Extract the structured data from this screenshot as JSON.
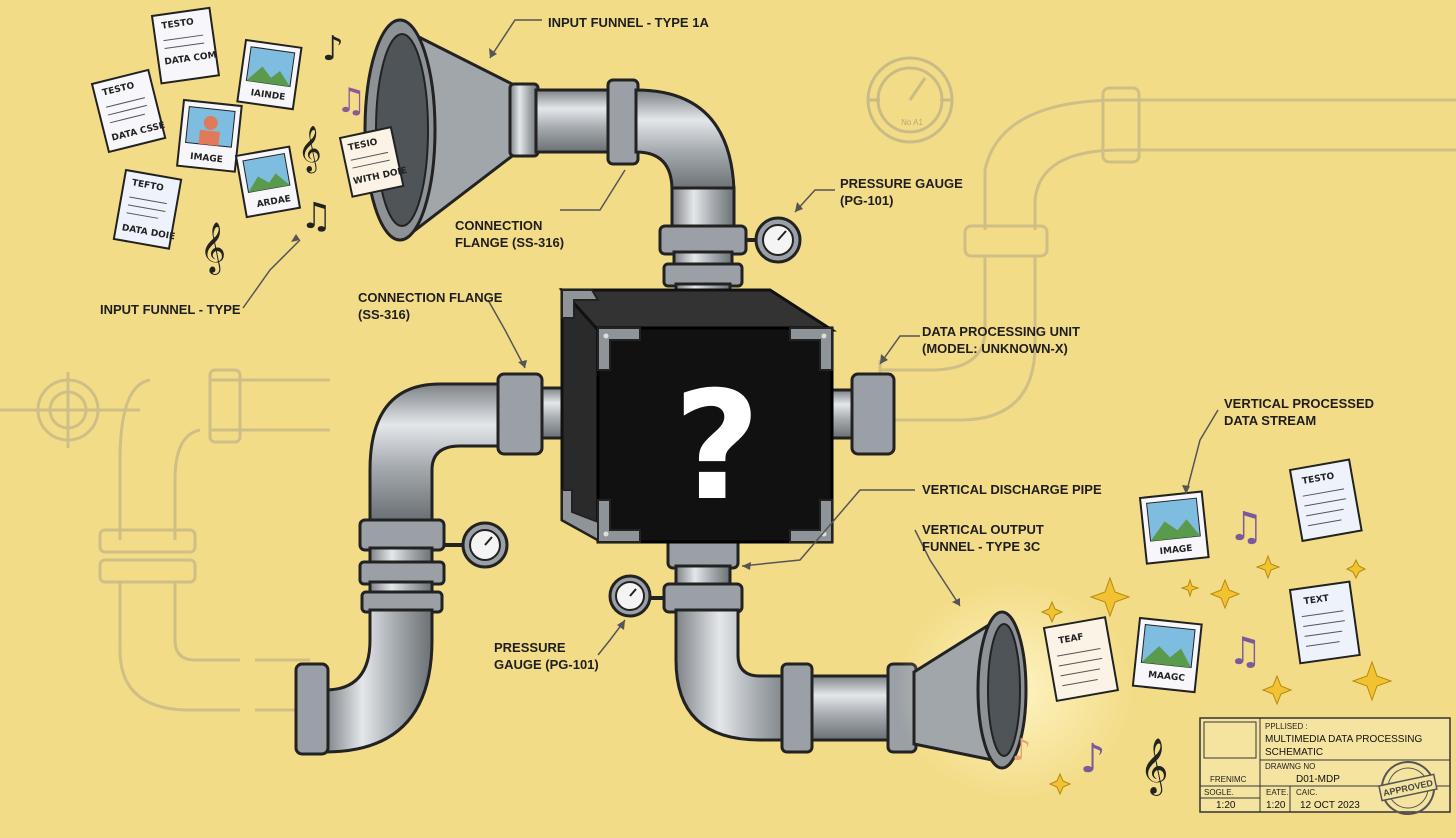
{
  "labels": {
    "input_funnel_1a": "INPUT FUNNEL - TYPE 1A",
    "pressure_gauge_top": [
      "PRESSURE GAUGE",
      "(PG-101)"
    ],
    "connection_flange_top": [
      "CONNECTION",
      "FLANGE (SS-316)"
    ],
    "input_funnel_type": "INPUT FUNNEL - TYPE",
    "connection_flange_left": [
      "CONNECTION FLANGE",
      "(SS-316)"
    ],
    "data_processing_unit": [
      "DATA PROCESSING UNIT",
      "(MODEL: UNKNOWN-X)"
    ],
    "vertical_processed": [
      "VERTICAL PROCESSED",
      "DATA STREAM"
    ],
    "vertical_discharge": "VERTICAL DISCHARGE PIPE",
    "vertical_output_funnel": [
      "VERTICAL OUTPUT",
      "FUNNEL - TYPE 3C"
    ],
    "pressure_gauge_bottom": [
      "PRESSURE",
      "GAUGE (PG-101)"
    ]
  },
  "processor_symbol": "?",
  "gauge_faint_text": "No A1",
  "input_cards": [
    "TESTO",
    "DATA COM",
    "TESTO",
    "DATA CSSE",
    "IAINDE",
    "IMAGE",
    "TEFTO",
    "DATA DOIE",
    "ARDAE",
    "TESIO",
    "WITH DOIE"
  ],
  "output_cards": [
    "IMAGE",
    "TESTO",
    "TEXT",
    "TEAF",
    "MAAGC"
  ],
  "title_block": {
    "project_label": "PPLLISED :",
    "title_line1": "MULTIMEDIA DATA PROCESSING",
    "title_line2": "SCHEMATIC",
    "drawing_no_label": "DRAWNG NO",
    "drawing_no": "D01-MDP",
    "left_label": "FRENIMC",
    "scale_label": "SOGLE.",
    "scale": "1:20",
    "date_label": "EATE.",
    "date_scale": "1:20",
    "calc_label": "CAIC.",
    "date": "12 OCT 2023",
    "stamp": "APPROVED"
  },
  "colors": {
    "background": "#f3dc87",
    "pipe": "#9ea3a8",
    "pipe_dark": "#2b2b2b",
    "ghost": "#c9bb86",
    "processor": "#111111"
  }
}
